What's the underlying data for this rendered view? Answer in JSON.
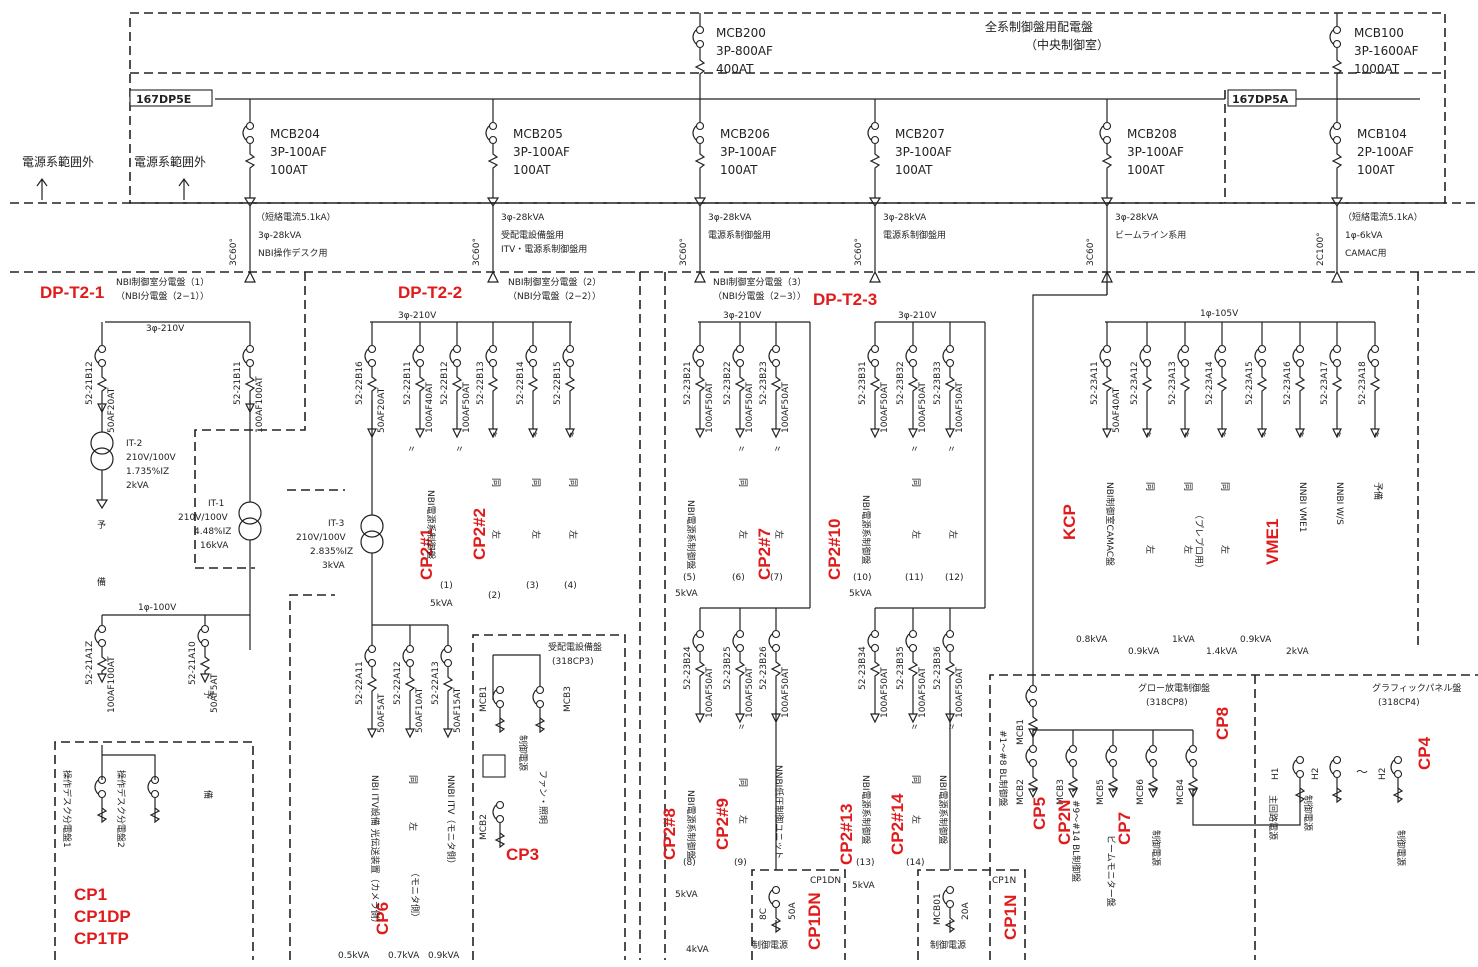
{
  "header": {
    "panel_title": "全系制御盤用配電盤",
    "panel_subtitle": "（中央制御室）",
    "bus_left": "167DP5E",
    "bus_right": "167DP5A",
    "out_of_scope_1": "電源系範囲外",
    "out_of_scope_2": "電源系範囲外"
  },
  "top_breakers": [
    {
      "name": "MCB200",
      "rating": "3P-800AF",
      "trip": "400AT"
    },
    {
      "name": "MCB100",
      "rating": "3P-1600AF",
      "trip": "1000AT"
    }
  ],
  "feeders": [
    {
      "name": "MCB204",
      "rating": "3P-100AF",
      "trip": "100AT",
      "note": "（短絡電流5.1kA）",
      "capacity": "3φ-28kVA",
      "usage": "NBI操作デスク用",
      "ct": "3C60°"
    },
    {
      "name": "MCB205",
      "rating": "3P-100AF",
      "trip": "100AT",
      "note": "",
      "capacity": "3φ-28kVA",
      "usage": "受配電設備盤用",
      "usage2": "ITV・電源系制御盤用",
      "ct": "3C60°"
    },
    {
      "name": "MCB206",
      "rating": "3P-100AF",
      "trip": "100AT",
      "note": "",
      "capacity": "3φ-28kVA",
      "usage": "電源系制御盤用",
      "ct": "3C60°"
    },
    {
      "name": "MCB207",
      "rating": "3P-100AF",
      "trip": "100AT",
      "note": "",
      "capacity": "3φ-28kVA",
      "usage": "電源系制御盤用",
      "ct": "3C60°"
    },
    {
      "name": "MCB208",
      "rating": "3P-100AF",
      "trip": "100AT",
      "note": "",
      "capacity": "3φ-28kVA",
      "usage": "ビームライン系用",
      "ct": "3C60°"
    },
    {
      "name": "MCB104",
      "rating": "2P-100AF",
      "trip": "100AT",
      "note": "（短絡電流5.1kA）",
      "capacity": "1φ-6kVA",
      "usage": "CAMAC用",
      "ct": "2C100°"
    }
  ],
  "sub_panels": {
    "p1": {
      "title": "NBI制御室分電盤（1）",
      "subtitle": "（NBI分電盤（2−1））",
      "voltage": "3φ-210V",
      "label": "DP-T2-1"
    },
    "p2": {
      "title": "NBI制御室分電盤（2）",
      "subtitle": "（NBI分電盤（2−2））",
      "voltage": "3φ-210V",
      "label": "DP-T2-2"
    },
    "p3": {
      "title": "NBI制御室分電盤（3）",
      "subtitle": "（NBI分電盤（2−3））",
      "voltage": "3φ-210V",
      "label": "DP-T2-3"
    },
    "p4": {
      "voltage": "3φ-210V"
    },
    "p5": {
      "voltage": "1φ-105V"
    }
  },
  "transformers": [
    {
      "name": "IT-2",
      "v": "210V/100V",
      "z": "1.735%IZ",
      "kva": "2kVA"
    },
    {
      "name": "IT-1",
      "v": "210V/100V",
      "z": "4.48%IZ",
      "kva": "16kVA"
    },
    {
      "name": "IT-3",
      "v": "210V/100V",
      "z": "2.835%IZ",
      "kva": "3kVA"
    }
  ],
  "misc": {
    "reserve": "予",
    "reserve2": "備",
    "v100": "1φ-100V",
    "desk1": "操作デスク分電盤1",
    "desk2": "操作デスク分電盤2",
    "cp3_title": "受配電設備盤",
    "cp3_sub": "(318CP3)",
    "fan": "ファン・照明",
    "ctrl_src": "制御電源",
    "glow_title": "グロー放電制御盤",
    "glow_sub": "(318CP8)",
    "graphic_title": "グラフィックパネル盤",
    "graphic_sub": "(318CP4)",
    "beam_monitor": "ビームモニター盤",
    "cp1dn_tag": "CP1DN",
    "cp1n_tag": "CP1N",
    "kva5": "5kVA",
    "kva4": "4kVA",
    "kva_05": "0.5kVA",
    "kva_07": "0.7kVA",
    "kva_09": "0.9kVA",
    "kva_08": "0.8kVA",
    "kva_1": "1kVA",
    "kva_14": "1.4kVA",
    "kva_2": "2kVA"
  },
  "red_labels": [
    "CP2#1",
    "CP2#2",
    "CP2#7",
    "CP2#10",
    "KCP",
    "VME1",
    "CP2#8",
    "CP2#9",
    "CP2#13",
    "CP2#14",
    "CP3",
    "CP6",
    "CP1DN",
    "CP1N",
    "CP5",
    "CP2N",
    "CP7",
    "CP8",
    "CP4"
  ],
  "cp1_labels": [
    "CP1",
    "CP1DP",
    "CP1TP"
  ],
  "branch_breakers": {
    "p1": [
      "52-21B12",
      "52-21B11"
    ],
    "p1_ratings": [
      "50AF20AT",
      "100AF100AT"
    ],
    "p1_low": [
      "52-21A1Z",
      "52-21A10"
    ],
    "p1_low_ratings": [
      "100AF100AT",
      "50AF5AT"
    ],
    "p2": [
      "52-22B16",
      "52-22B11",
      "52-22B12",
      "52-22B13",
      "52-22B14",
      "52-22B15"
    ],
    "p2_ratings": [
      "50AF20AT",
      "100AF40AT",
      "100AF50AT"
    ],
    "p2_low": [
      "52-22A11",
      "52-22A12",
      "52-22A13"
    ],
    "p2_low_ratings": [
      "50AF5AT",
      "50AF10AT",
      "50AF15AT"
    ],
    "p3": [
      "52-23B21",
      "52-23B22",
      "52-23B23",
      "52-23B24",
      "52-23B25",
      "52-23B26"
    ],
    "p3_ratings": [
      "100AF50AT",
      "100AF50AT",
      "100AF50AT"
    ],
    "p4": [
      "52-23B31",
      "52-23B32",
      "52-23B33",
      "52-23B34",
      "52-23B35",
      "52-23B36"
    ],
    "p4_ratings": [
      "100AF50AT",
      "100AF50AT",
      "100AF50AT"
    ],
    "p5": [
      "52-23A11",
      "52-23A12",
      "52-23A13",
      "52-23A14",
      "52-23A15",
      "52-23A16",
      "52-23A17",
      "52-23A18"
    ],
    "p5_ratings": [
      "50AF40AT"
    ],
    "glow": [
      "MCB1",
      "MCB2",
      "MCB3",
      "MCB5",
      "MCB6",
      "MCB4"
    ],
    "cp3": [
      "MCB1",
      "MCB3",
      "MCB2"
    ],
    "graphic": [
      "H1",
      "H2",
      "H2"
    ],
    "cp1dn": "8C",
    "cp1dn_rating": "50A",
    "cp1n": "MCB01",
    "cp1n_rating": "20A"
  },
  "circuit_nums": [
    "(1)",
    "(2)",
    "(3)",
    "(4)",
    "(5)",
    "(6)",
    "(7)",
    "(8)",
    "(9)",
    "(10)",
    "(11)",
    "(12)",
    "(13)",
    "(14)"
  ],
  "loads": {
    "nbi_ctrl": "NBI電源系制御盤",
    "same": "同",
    "left": "左",
    "ditto": "〃",
    "nbi_camac": "NBI制御室CAMAC盤",
    "prepro": "（プレプロ用）",
    "nbi_vme": "NNBI VME1",
    "nbi_ws": "NNBI W/S",
    "reserve": "予備",
    "itv_cam": "NBI ITV設備 光伝送装置（カメラ側）",
    "itv_mon": "NNBI ITV（モニタ側）",
    "mon": "（モニタ側）",
    "ctrl_unit": "NNBI低圧制御ユニット",
    "bl_ctrl": "#1〜#8 BL制御盤",
    "bl_ctrl2": "#9〜#14 BL制御盤",
    "main_circ": "主回路電源",
    "ctrl_src": "制御電源"
  }
}
